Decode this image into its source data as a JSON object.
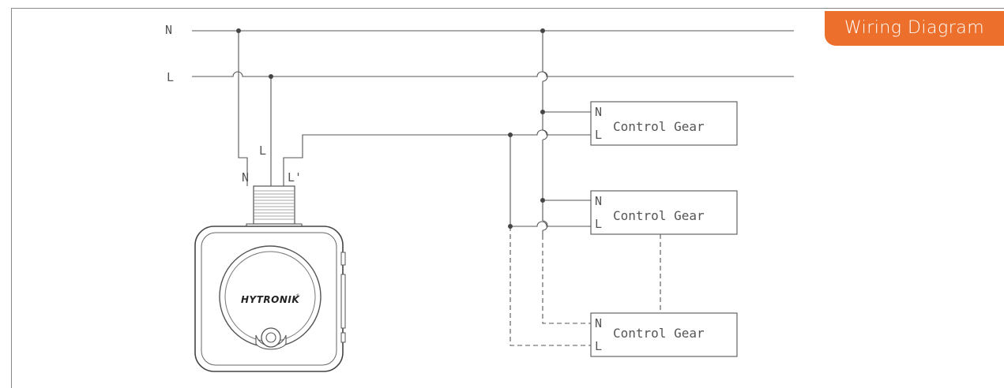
{
  "header": {
    "title": "Wiring Diagram"
  },
  "bus": {
    "neutral_label": "N",
    "live_label": "L"
  },
  "sensor": {
    "wire_labels": {
      "neutral": "N",
      "live": "L",
      "switched_live": "L'"
    },
    "brand": "HYTRONIK",
    "registered_mark": "®",
    "icon": "motion-sensor-icon"
  },
  "control_gears": [
    {
      "label": "Control Gear",
      "terminal_n": "N",
      "terminal_l": "L",
      "connection": "solid"
    },
    {
      "label": "Control Gear",
      "terminal_n": "N",
      "terminal_l": "L",
      "connection": "solid"
    },
    {
      "label": "Control Gear",
      "terminal_n": "N",
      "terminal_l": "L",
      "connection": "dashed"
    }
  ],
  "colors": {
    "accent": "#ec6f2b",
    "wire": "#555555",
    "sensor_body": "#ffffff"
  }
}
